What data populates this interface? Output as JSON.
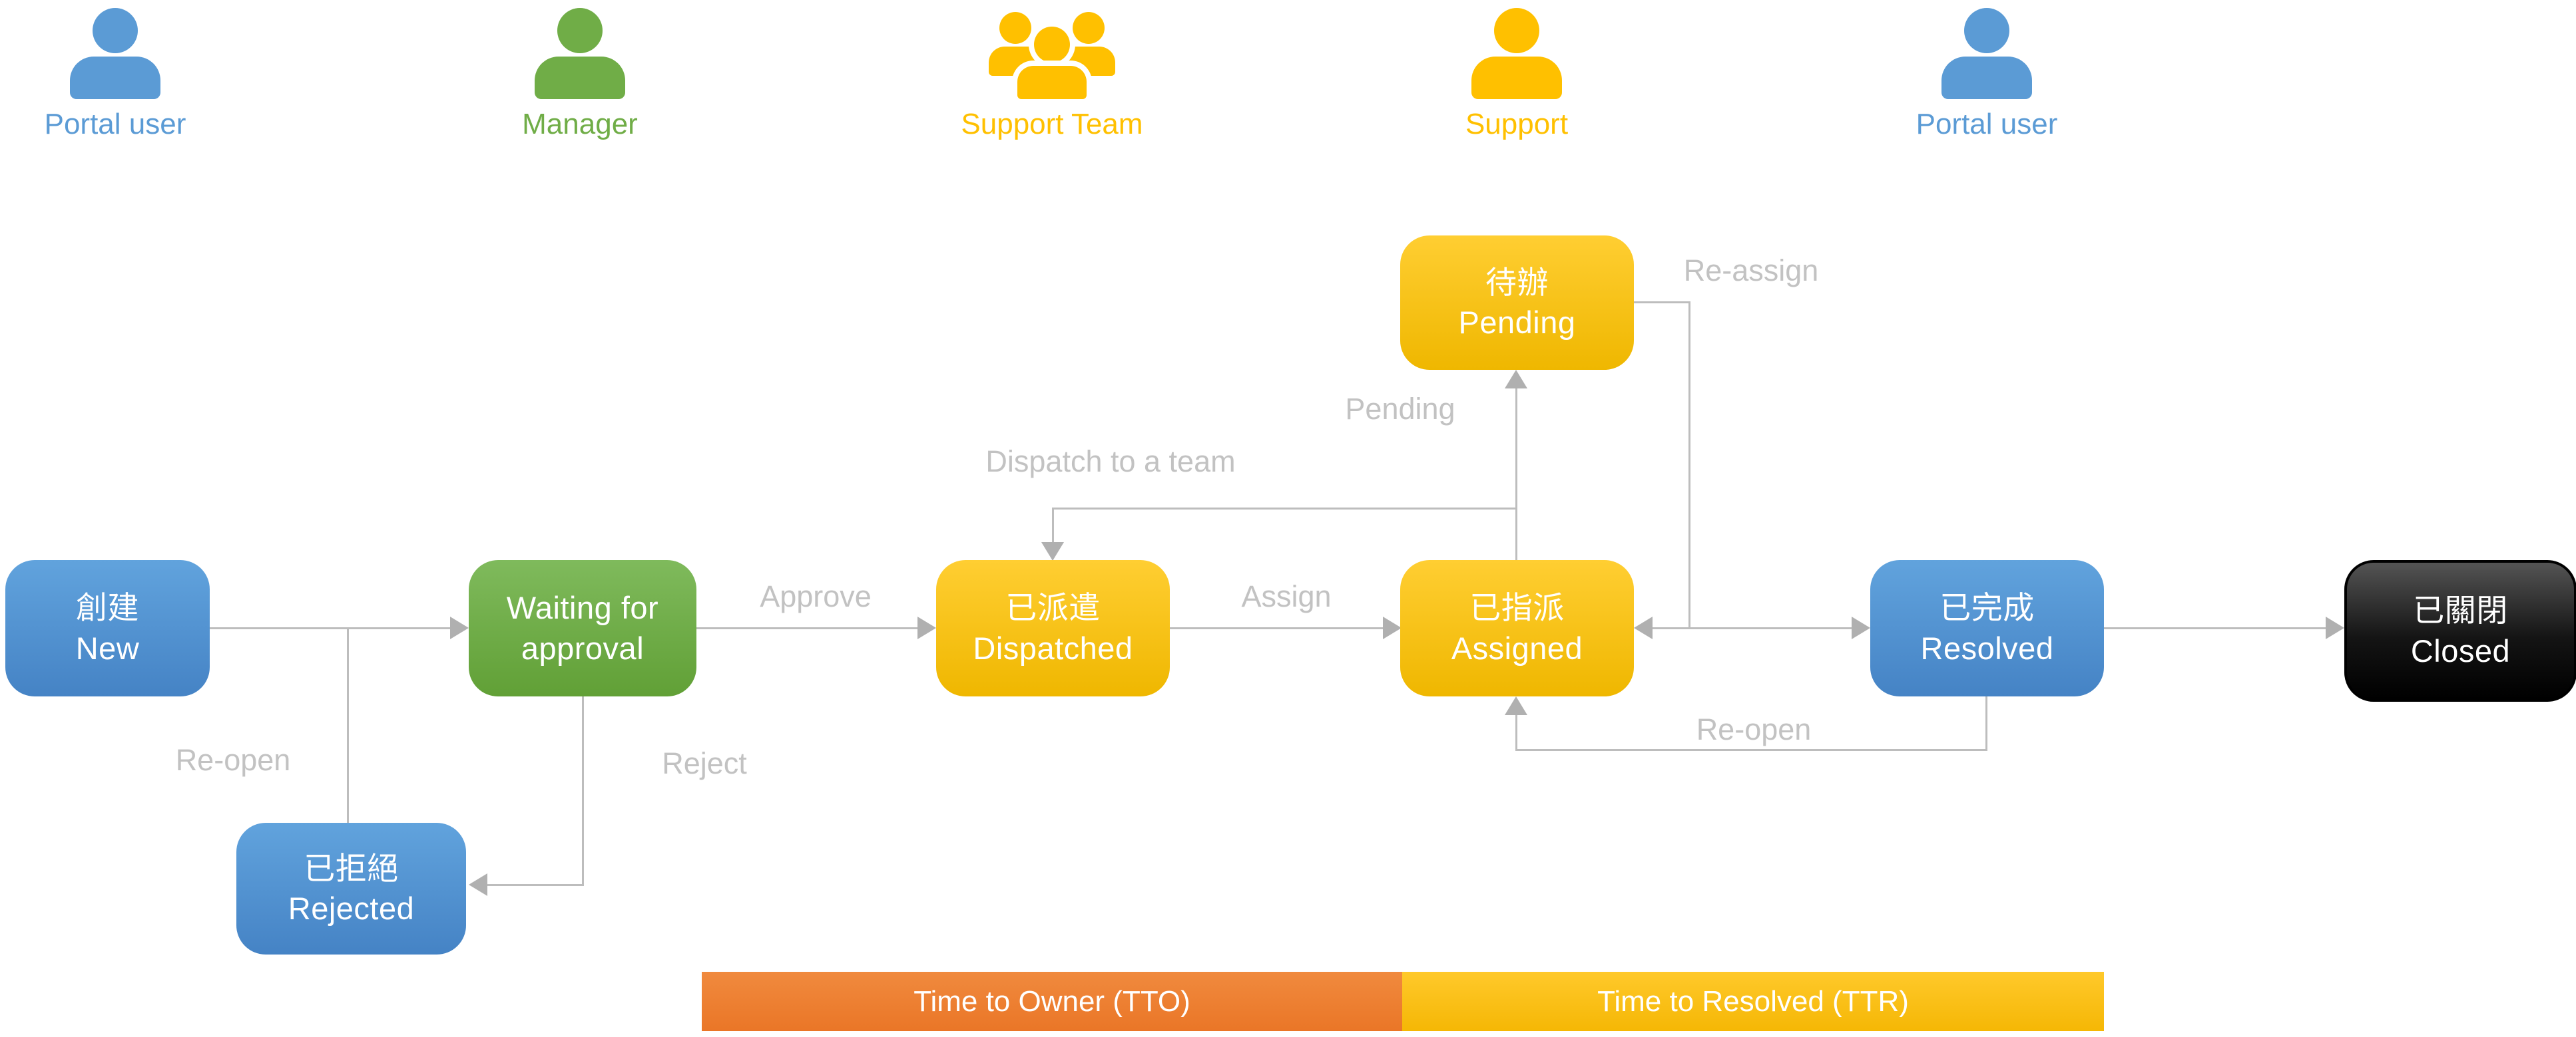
{
  "palette": {
    "blue": "#5B9BD5",
    "green": "#70AD47",
    "yellow": "#FFC000",
    "orange": "#ED7D31",
    "black": "#000000",
    "connector_gray": "#BDBDBD",
    "label_gray": "#C2C2C2"
  },
  "actors": [
    {
      "name": "Portal user",
      "icon": "person",
      "color": "#5B9BD5"
    },
    {
      "name": "Manager",
      "icon": "person",
      "color": "#70AD47"
    },
    {
      "name": "Support Team",
      "icon": "people",
      "color": "#FFC000"
    },
    {
      "name": "Support",
      "icon": "person",
      "color": "#FFC000"
    },
    {
      "name": "Portal user",
      "icon": "person",
      "color": "#5B9BD5"
    }
  ],
  "states": {
    "new": {
      "line1": "創建",
      "line2": "New",
      "color": "blue"
    },
    "waiting": {
      "line1": "Waiting for",
      "line2": "approval",
      "color": "green"
    },
    "dispatched": {
      "line1": "已派遣",
      "line2": "Dispatched",
      "color": "yellow"
    },
    "assigned": {
      "line1": "已指派",
      "line2": "Assigned",
      "color": "yellow"
    },
    "pending": {
      "line1": "待辦",
      "line2": "Pending",
      "color": "yellow"
    },
    "resolved": {
      "line1": "已完成",
      "line2": "Resolved",
      "color": "blue"
    },
    "closed": {
      "line1": "已關閉",
      "line2": "Closed",
      "color": "black"
    },
    "rejected": {
      "line1": "已拒絕",
      "line2": "Rejected",
      "color": "blue"
    }
  },
  "flows": {
    "approve": {
      "label": "Approve",
      "from": "waiting",
      "to": "dispatched"
    },
    "assign": {
      "label": "Assign",
      "from": "dispatched",
      "to": "assigned"
    },
    "dispatch_team": {
      "label": "Dispatch to a team",
      "from": "assigned",
      "to": "dispatched"
    },
    "pending": {
      "label": "Pending",
      "from": "assigned",
      "to": "pending"
    },
    "reassign": {
      "label": "Re-assign",
      "from": "pending",
      "to": "assigned"
    },
    "reject": {
      "label": "Reject",
      "from": "waiting",
      "to": "rejected"
    },
    "reopen_rejected": {
      "label": "Re-open",
      "from": "rejected",
      "to": "waiting"
    },
    "reopen_resolved": {
      "label": "Re-open",
      "from": "resolved",
      "to": "assigned"
    }
  },
  "timers": {
    "tto": {
      "label": "Time to Owner (TTO)",
      "color": "#ED7D31"
    },
    "ttr": {
      "label": "Time to Resolved (TTR)",
      "color": "#FFC000"
    }
  }
}
